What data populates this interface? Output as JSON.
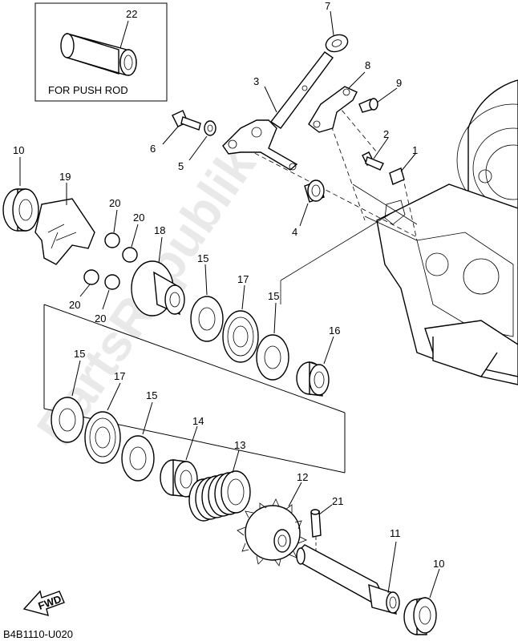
{
  "callouts": {
    "p1": "1",
    "p2": "2",
    "p3": "3",
    "p4": "4",
    "p5": "5",
    "p6": "6",
    "p7": "7",
    "p8": "8",
    "p9": "9",
    "p10a": "10",
    "p10b": "10",
    "p11": "11",
    "p12": "12",
    "p13": "13",
    "p14": "14",
    "p15a": "15",
    "p15b": "15",
    "p15c": "15",
    "p15d": "15",
    "p16": "16",
    "p17a": "17",
    "p17b": "17",
    "p18": "18",
    "p19": "19",
    "p20a": "20",
    "p20b": "20",
    "p20c": "20",
    "p20d": "20",
    "p21": "21",
    "p22": "22"
  },
  "inset": {
    "caption": "FOR PUSH ROD"
  },
  "fwd_label": "FWD",
  "diagram_code": "B4B1110-U020",
  "watermark": "PartsRepublik"
}
